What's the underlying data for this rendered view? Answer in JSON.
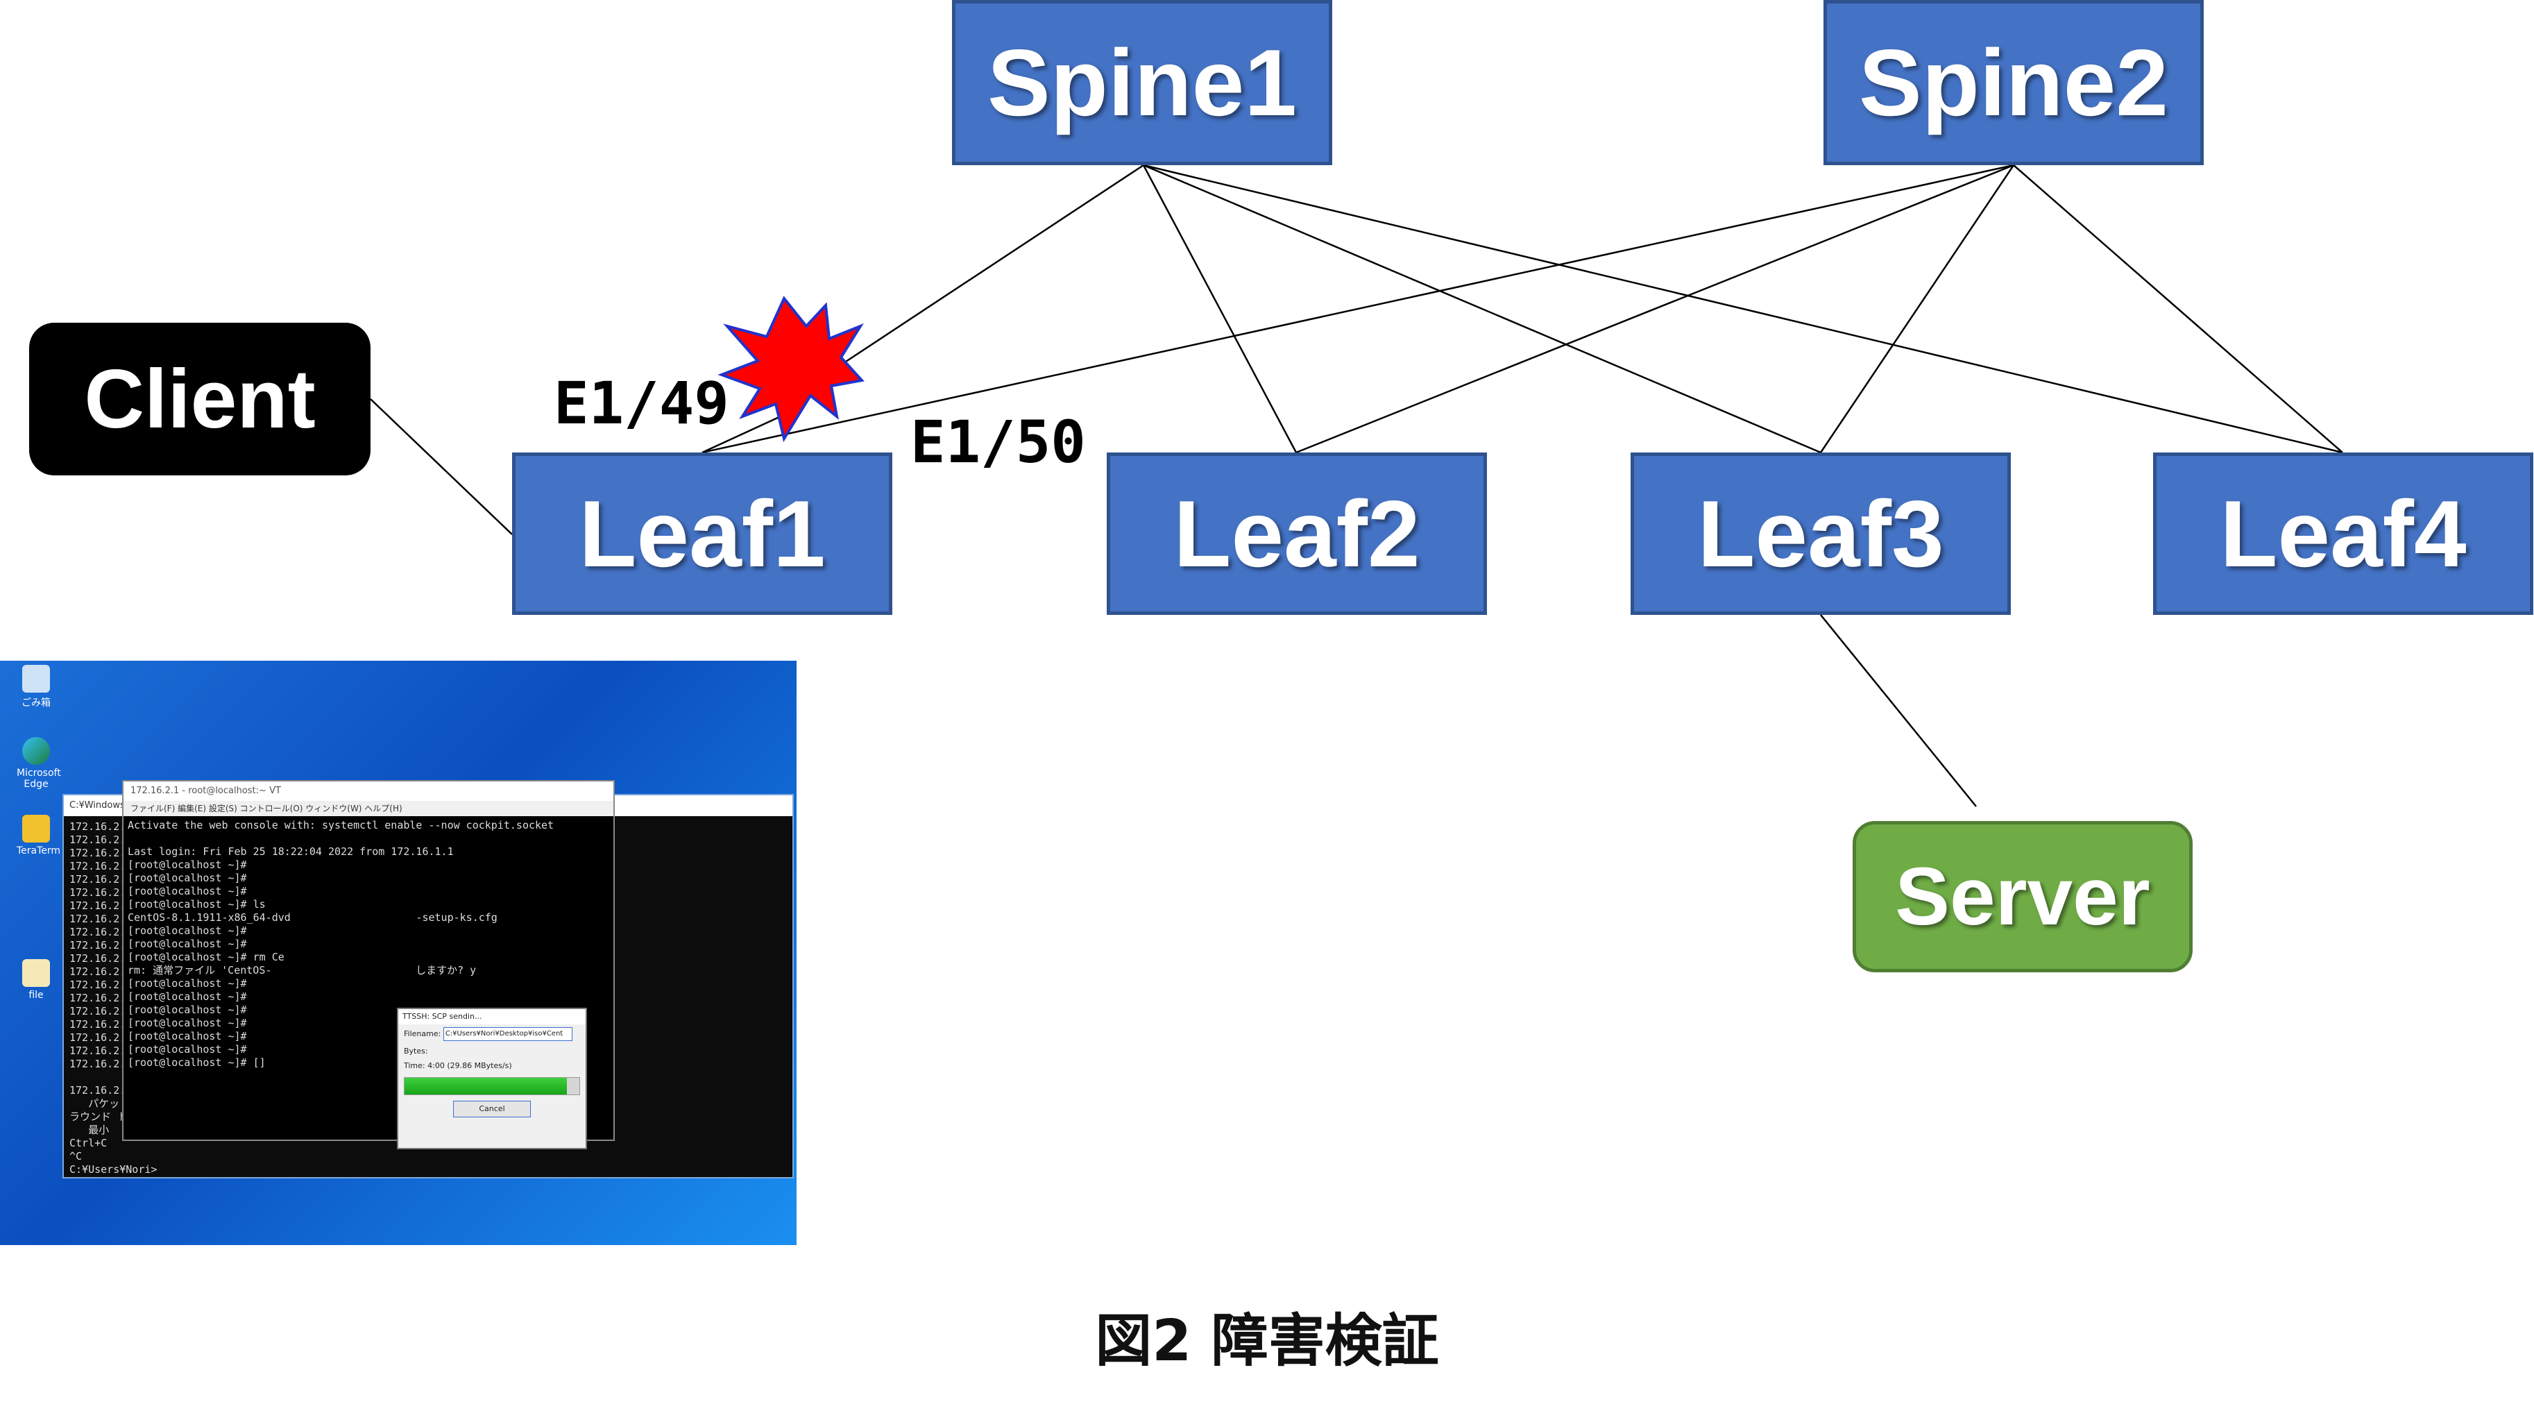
{
  "nodes": {
    "spine1": "Spine1",
    "spine2": "Spine2",
    "leaf1": "Leaf1",
    "leaf2": "Leaf2",
    "leaf3": "Leaf3",
    "leaf4": "Leaf4",
    "client": "Client",
    "server": "Server"
  },
  "ports": {
    "e1_49": "E1/49",
    "e1_50": "E1/50"
  },
  "fault_marker": {
    "color": "#ff0000",
    "icon": "explosion-icon"
  },
  "colors": {
    "switch": "#4472c4",
    "server": "#70ad47",
    "client": "#000000"
  },
  "caption": "図2 障害検証",
  "screenshot": {
    "desktop_icons": [
      "ごみ箱",
      "Microsoft Edge",
      "TeraTerm",
      "file"
    ],
    "cmd_title": "C:¥Windows",
    "tt_title": "172.16.2.1 - root@localhost:~ VT",
    "tt_menu": "ファイル(F)  編集(E)  設定(S)  コントロール(O)  ウィンドウ(W)  ヘルプ(H)",
    "cmd_lines": "172.16.2.1\n172.16.2.1\n172.16.2.1\n172.16.2.1\n172.16.2.1\n172.16.2.1\n172.16.2.1\n172.16.2.1\n172.16.2.1\n172.16.2.1\n172.16.2.1\n172.16.2.1\n172.16.2.1\n172.16.2.1\n172.16.2.1\n172.16.2.1\n172.16.2.1\n172.16.2.1\n172.16.2.1\n\n172.16.2.1\n   パケッ\nラウンド ト\n   最小\nCtrl+C\n^C\nC:¥Users¥Nori>",
    "tt_lines": "Activate the web console with: systemctl enable --now cockpit.socket\n\nLast login: Fri Feb 25 18:22:04 2022 from 172.16.1.1\n[root@localhost ~]#\n[root@localhost ~]#\n[root@localhost ~]#\n[root@localhost ~]# ls\nCentOS-8.1.1911-x86_64-dvd                    -setup-ks.cfg\n[root@localhost ~]#\n[root@localhost ~]#\n[root@localhost ~]# rm Ce\nrm: 通常ファイル 'CentOS-                       しますか? y\n[root@localhost ~]#\n[root@localhost ~]#\n[root@localhost ~]#\n[root@localhost ~]#\n[root@localhost ~]#\n[root@localhost ~]#\n[root@localhost ~]# []",
    "scp": {
      "title": "TTSSH: SCP sendin...",
      "filename_label": "Filename:",
      "filename": "C:¥Users¥Nori¥Desktop¥iso¥Cent",
      "bytes_label": "Bytes:",
      "time_label": "Time:",
      "time": "4:00 (29.86 MBytes/s)",
      "progress": 0.93,
      "cancel": "Cancel"
    }
  }
}
